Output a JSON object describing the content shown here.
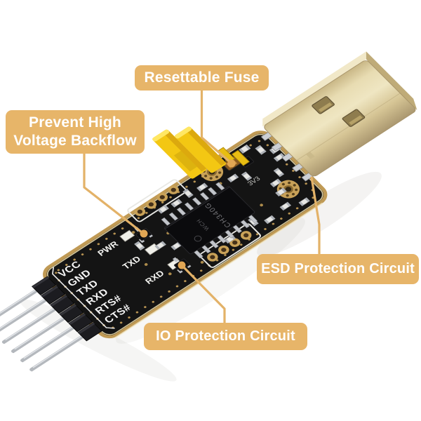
{
  "callouts": {
    "resettable_fuse": "Resettable Fuse",
    "prevent_line1": "Prevent High",
    "prevent_line2": "Voltage Backflow",
    "esd": "ESD Protection Circuit",
    "io": "IO Protection Circuit"
  },
  "board": {
    "pin_labels": [
      "VCC",
      "GND",
      "TXD",
      "RXD",
      "RTS#",
      "CTS#"
    ],
    "led_labels": [
      "PWR",
      "TXD",
      "RXD"
    ],
    "chip_marking": "CH340G",
    "chip_logo": "WCH",
    "silkscreen_jumper": "3V3"
  },
  "colors": {
    "background": "#ffffff",
    "callout_bg": "#e7b569",
    "callout_text": "#ffffff",
    "leader_line": "#e3b268",
    "leader_dot": "#e1a654",
    "pcb_black": "#141414",
    "board_edge_gold": "#c09a55",
    "usb_gold": "#d9c795",
    "jumper_yellow": "#f2c713"
  }
}
